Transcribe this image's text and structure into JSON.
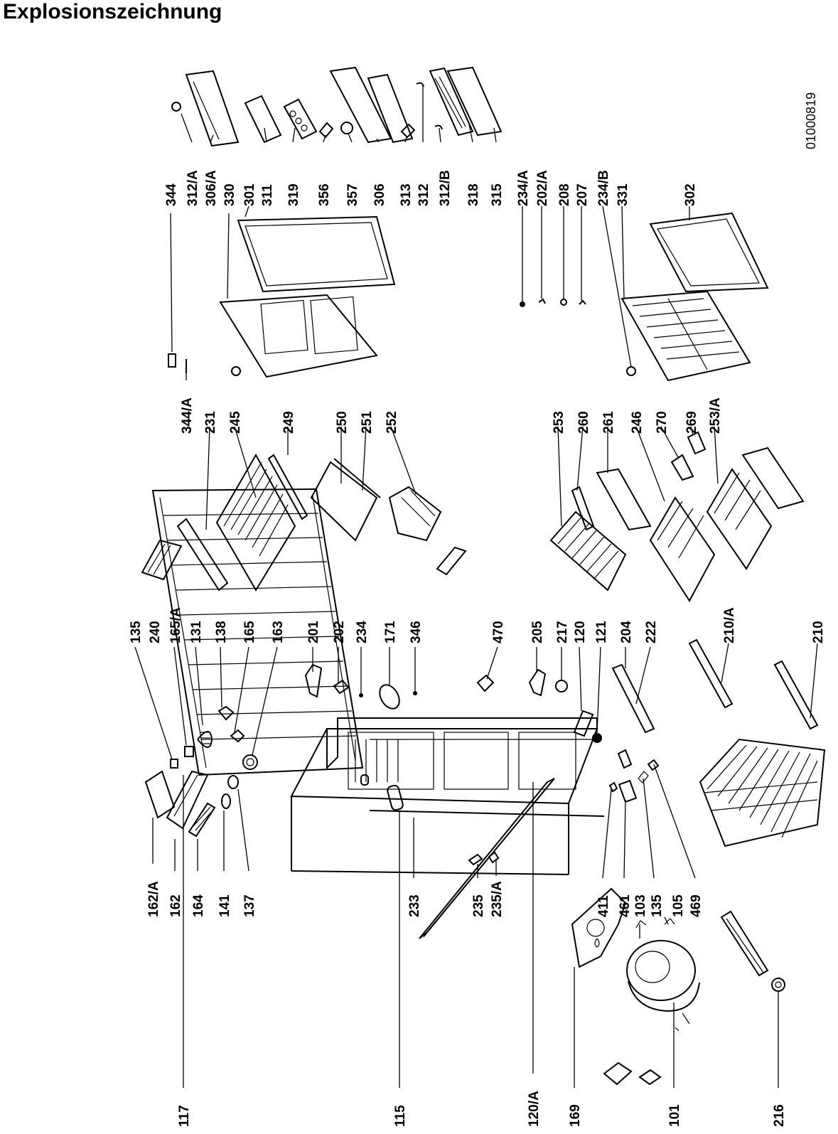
{
  "title": "Explosionszeichnung",
  "document_number": "01000819",
  "part_labels": {
    "p117": "117",
    "p115": "115",
    "p120A": "120/A",
    "p169": "169",
    "p101": "101",
    "p216": "216",
    "p162A": "162/A",
    "p162": "162",
    "p164": "164",
    "p141": "141",
    "p137": "137",
    "p233": "233",
    "p235": "235",
    "p235A": "235/A",
    "p411": "411",
    "p461": "461",
    "p103": "103",
    "p135b": "135",
    "p105": "105",
    "p469": "469",
    "p135a": "135",
    "p240": "240",
    "p165A": "165/A",
    "p131": "131",
    "p138": "138",
    "p165": "165",
    "p163": "163",
    "p201": "201",
    "p202": "202",
    "p234": "234",
    "p171": "171",
    "p346": "346",
    "p470": "470",
    "p205": "205",
    "p217": "217",
    "p120": "120",
    "p121": "121",
    "p204": "204",
    "p222": "222",
    "p210A": "210/A",
    "p210": "210",
    "p344A": "344/A",
    "p231": "231",
    "p245": "245",
    "p249": "249",
    "p250": "250",
    "p251": "251",
    "p252": "252",
    "p253": "253",
    "p260": "260",
    "p261": "261",
    "p246": "246",
    "p270": "270",
    "p269": "269",
    "p253A": "253/A",
    "p344": "344",
    "p312A": "312/A",
    "p306A": "306/A",
    "p330": "330",
    "p301": "301",
    "p311": "311",
    "p319": "319",
    "p356": "356",
    "p357": "357",
    "p306": "306",
    "p313": "313",
    "p312": "312",
    "p312B": "312/B",
    "p318": "318",
    "p315": "315",
    "p234A": "234/A",
    "p202A": "202/A",
    "p208": "208",
    "p207": "207",
    "p234B": "234/B",
    "p331": "331",
    "p302": "302"
  }
}
